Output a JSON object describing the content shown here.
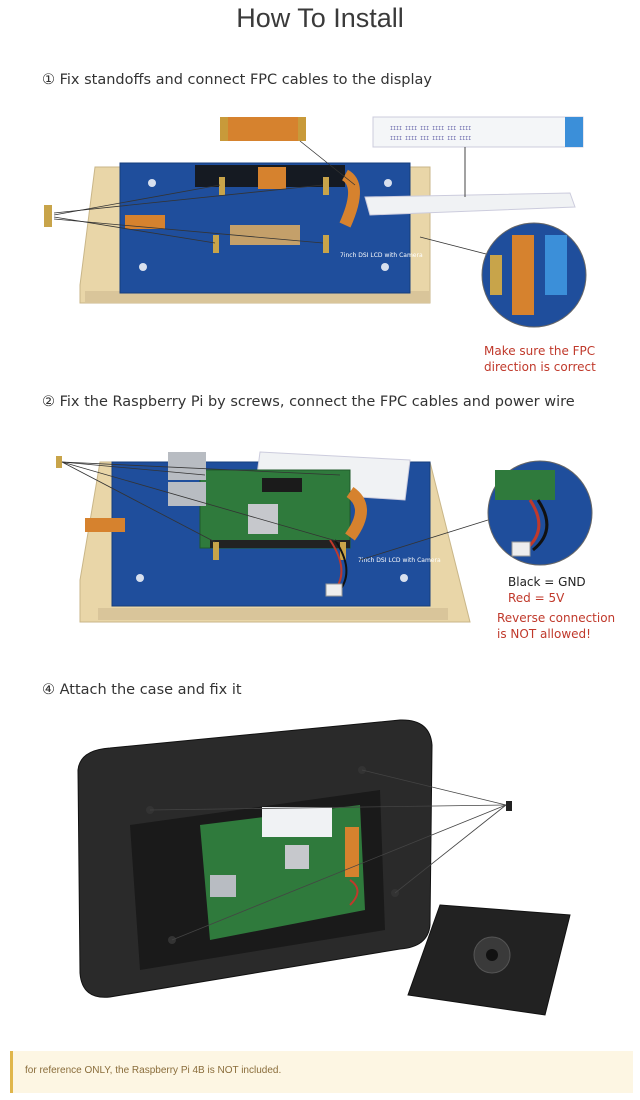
{
  "title": "How To Install",
  "steps": [
    {
      "label": "① Fix standoffs and connect FPC cables to the display"
    },
    {
      "label": "② Fix the Raspberry Pi by screws, connect the FPC cables and power wire"
    },
    {
      "label": "④ Attach the case and fix it"
    }
  ],
  "notes": {
    "fpc_line1": "Make sure the FPC",
    "fpc_line2": "direction is correct",
    "black_gnd": "Black = GND",
    "red_5v": "Red = 5V",
    "reverse_line1": "Reverse connection",
    "reverse_line2": "is NOT allowed!"
  },
  "footer_notice": "for reference ONLY, the Raspberry Pi 4B is NOT included.",
  "colors": {
    "pcb_blue": "#1f4e9c",
    "acrylic": "#e9d6a8",
    "warning_red": "#c0392b",
    "case_black": "#2a2a2a",
    "fpc_orange": "#d6822e"
  }
}
